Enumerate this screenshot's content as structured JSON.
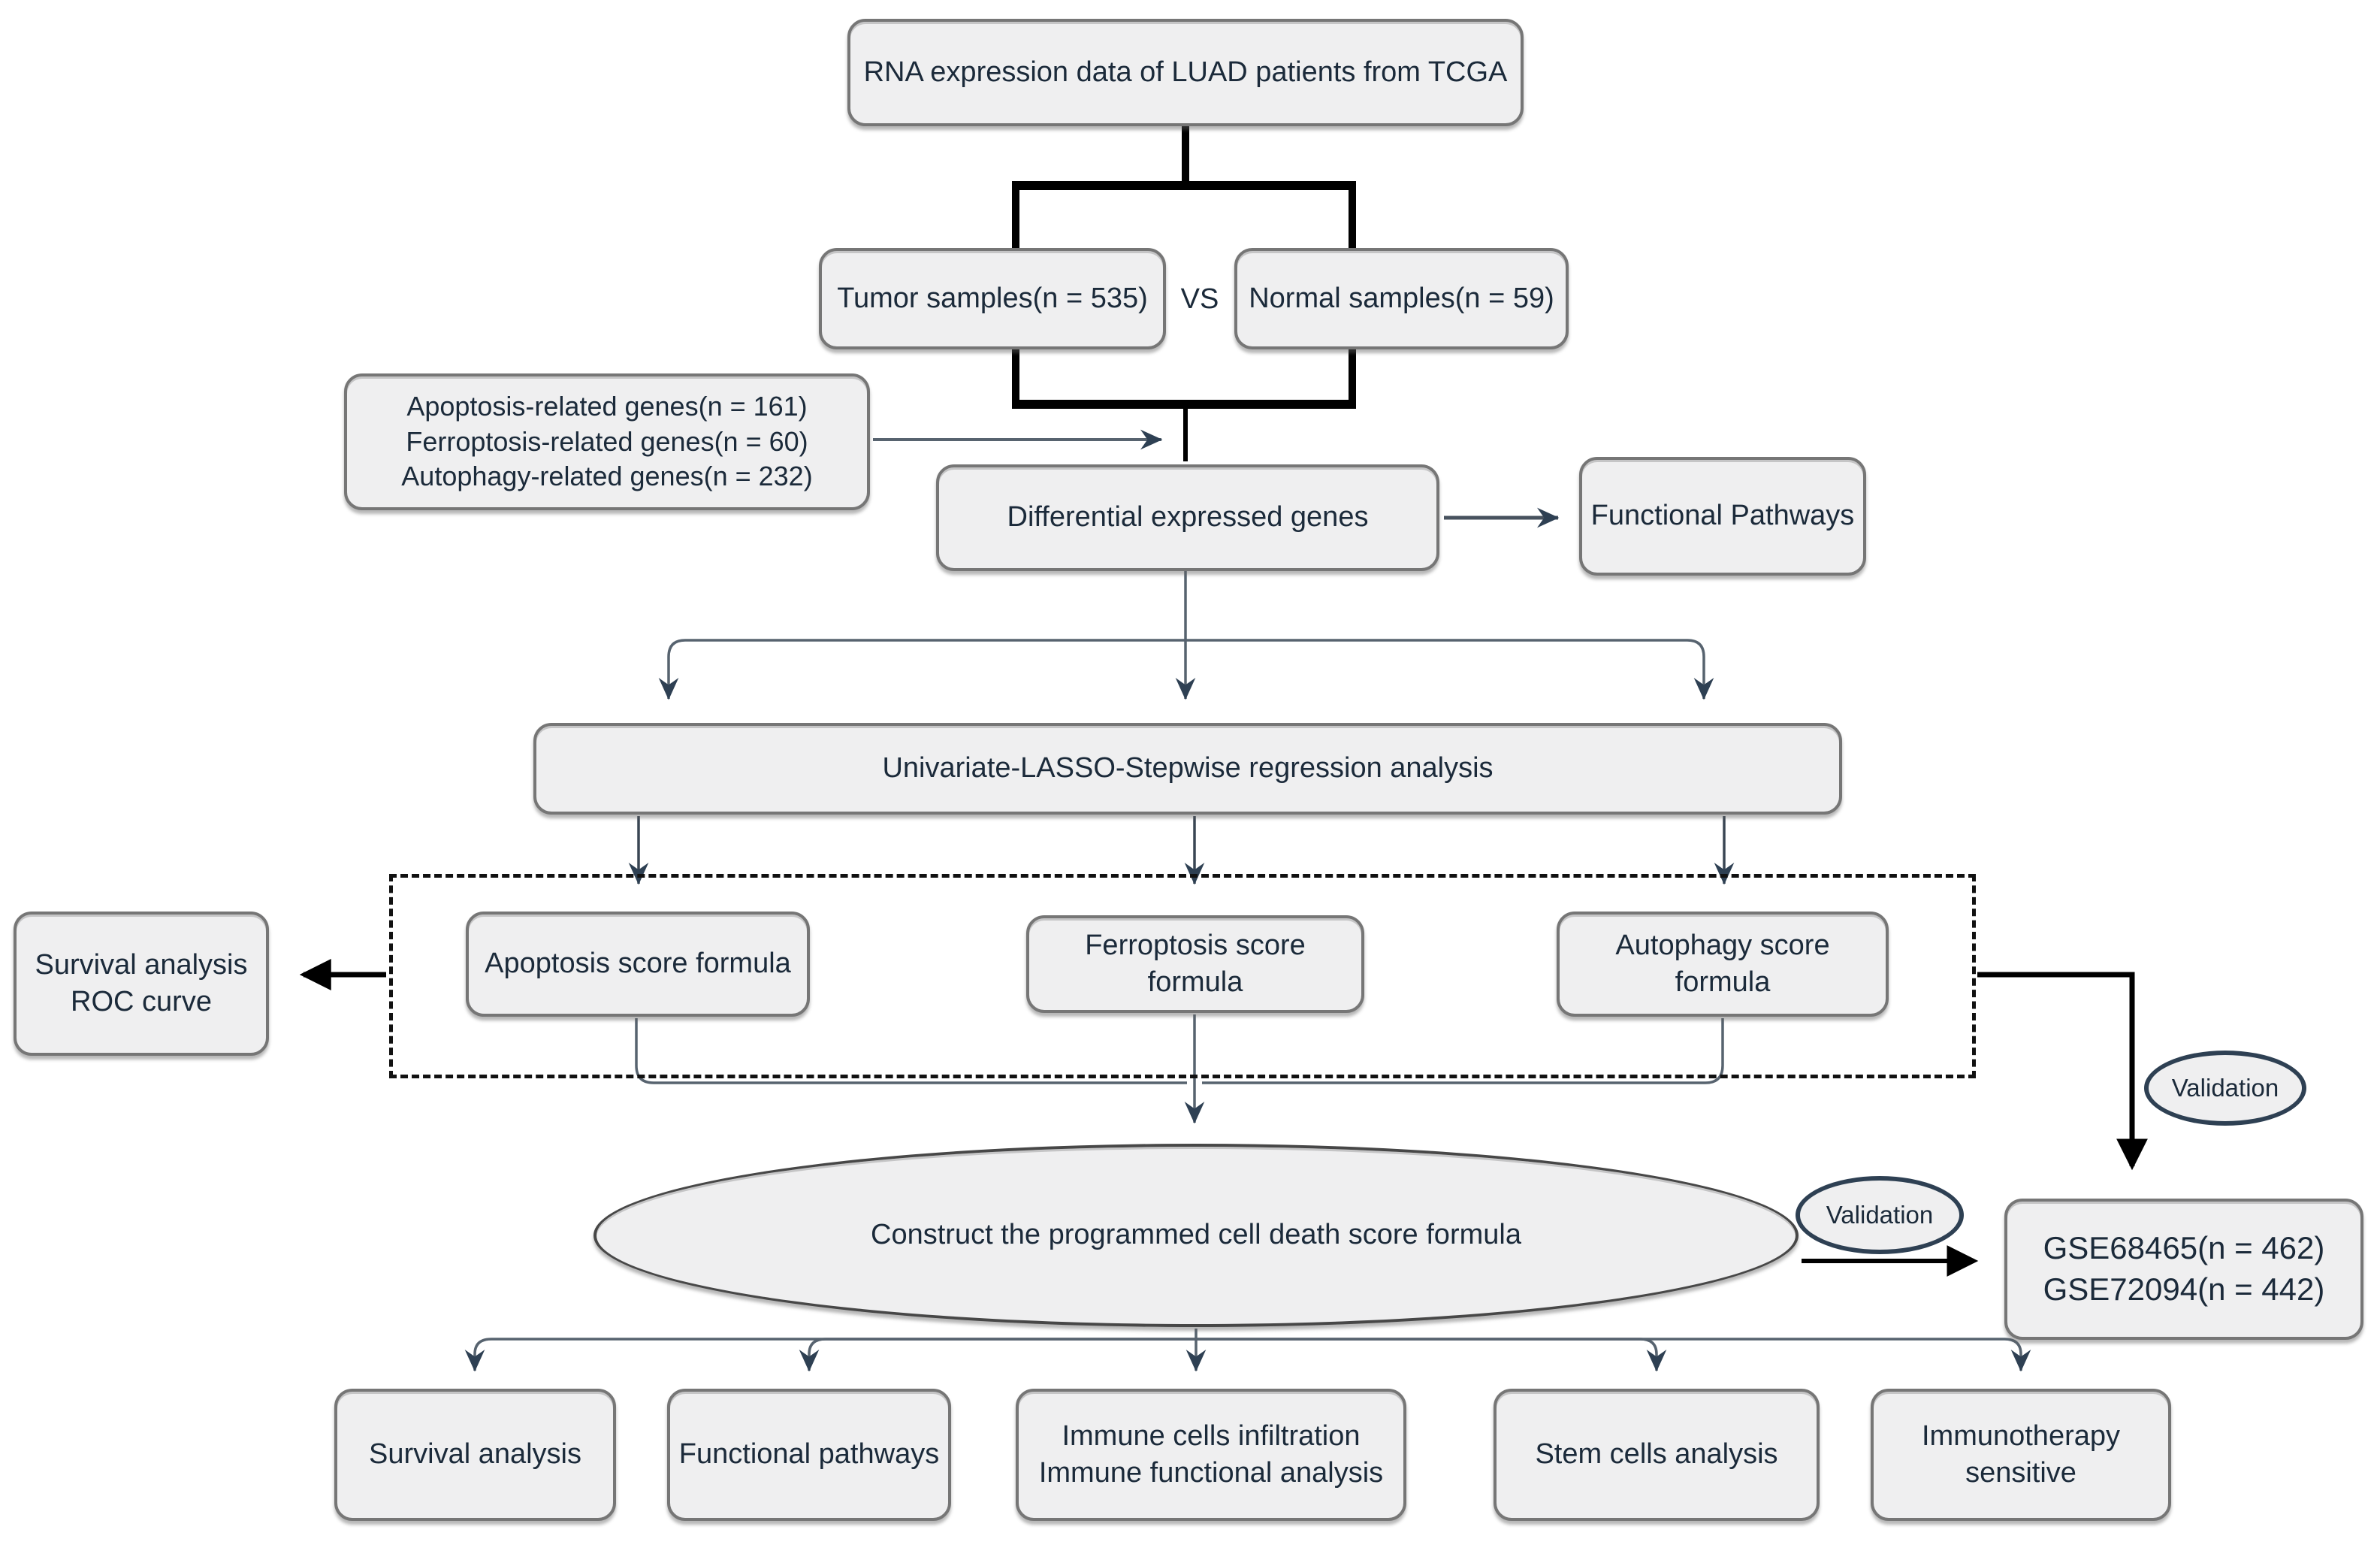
{
  "diagram": {
    "nodes": {
      "tcga": "RNA expression data of LUAD patients from TCGA",
      "tumor": "Tumor samples(n = 535)",
      "vs": "VS",
      "normal": "Normal samples(n = 59)",
      "gene_sets": [
        "Apoptosis-related genes(n = 161)",
        "Ferroptosis-related genes(n = 60)",
        "Autophagy-related genes(n = 232)"
      ],
      "deg": "Differential expressed genes",
      "functional_pathways": "Functional Pathways",
      "regression": "Univariate-LASSO-Stepwise regression analysis",
      "apoptosis_formula": "Apoptosis score formula",
      "ferroptosis_formula": "Ferroptosis score formula",
      "autophagy_formula": "Autophagy score formula",
      "survival_roc": [
        "Survival analysis",
        "ROC curve"
      ],
      "pcd_score": "Construct the programmed cell death score formula",
      "validation_top": "Validation",
      "validation_mid": "Validation",
      "gse": [
        "GSE68465(n = 462)",
        "GSE72094(n = 442)"
      ],
      "survival": "Survival analysis",
      "functional": "Functional pathways",
      "immune": [
        "Immune cells infiltration",
        "Immune functional analysis"
      ],
      "stem": "Stem cells analysis",
      "immunotherapy": [
        "Immunotherapy",
        "sensitive"
      ]
    },
    "colors": {
      "node_fill": "#efeff0",
      "node_border": "#767676",
      "text": "#1b2a3a",
      "connector": "#57636f",
      "arrowhead": "#2e4053",
      "bold_line": "#000000"
    }
  }
}
